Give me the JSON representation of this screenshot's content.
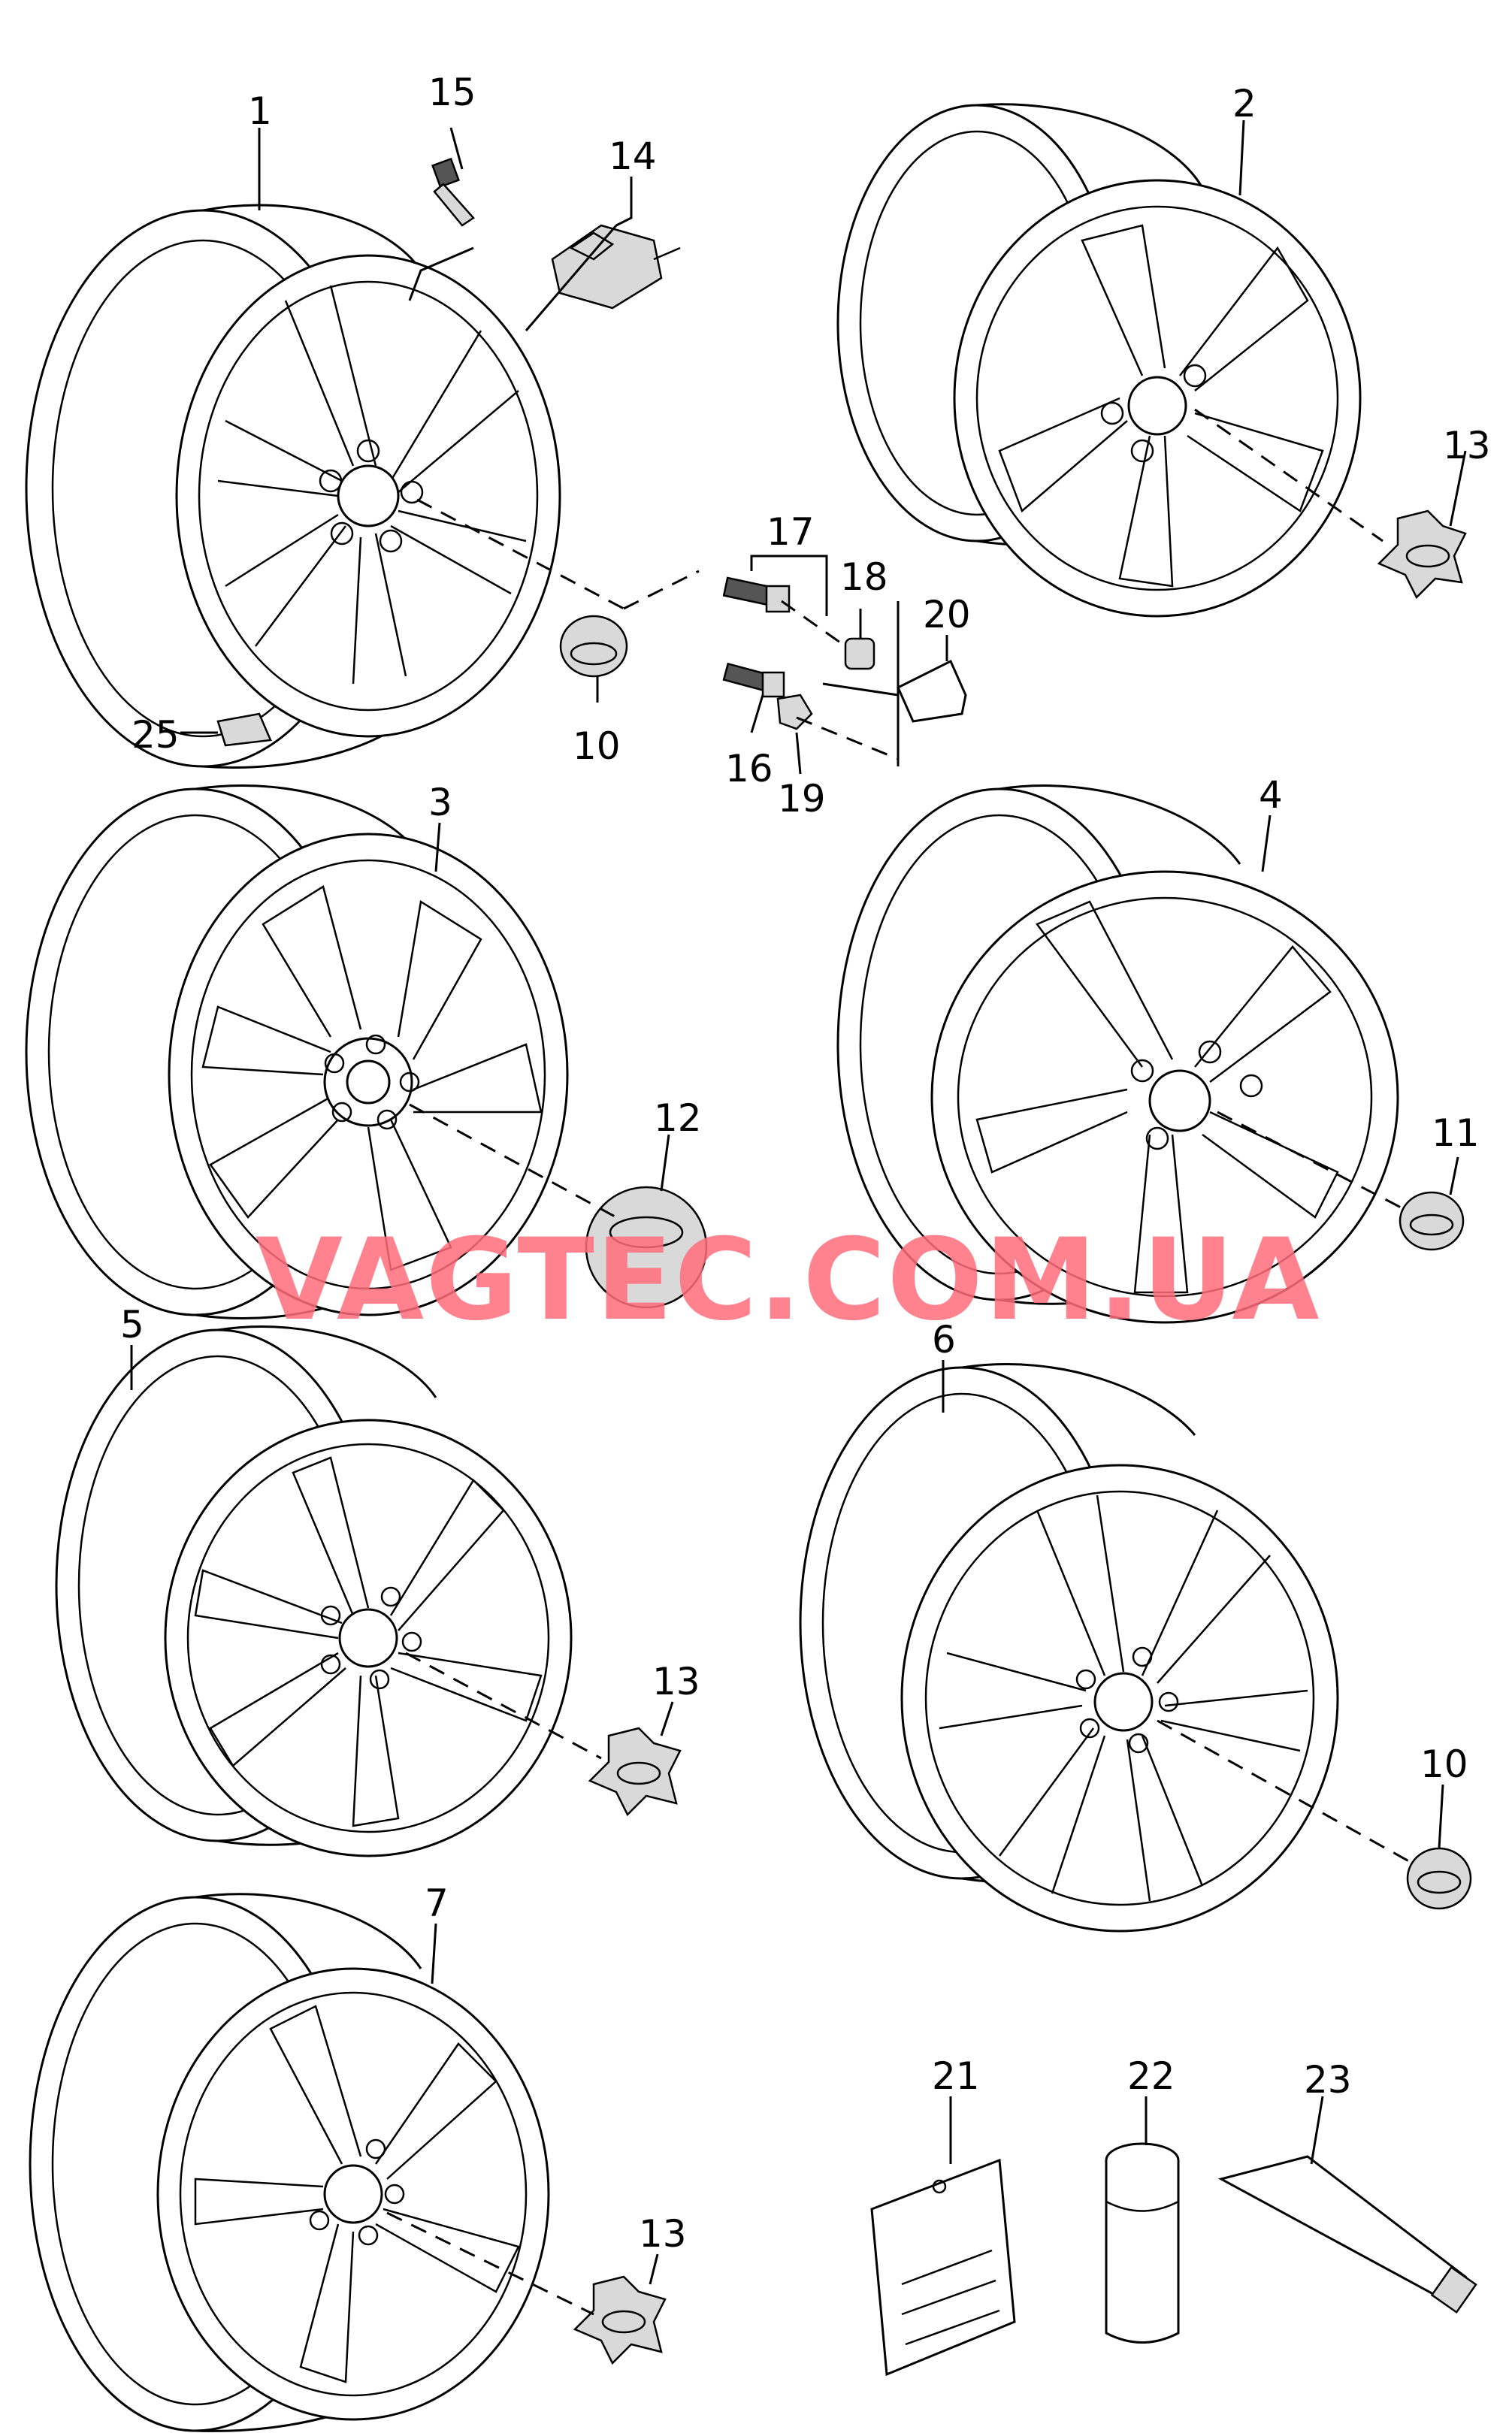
{
  "callouts": {
    "c1": "1",
    "c2": "2",
    "c3": "3",
    "c4": "4",
    "c5": "5",
    "c6": "6",
    "c7": "7",
    "c10a": "10",
    "c10b": "10",
    "c11": "11",
    "c12": "12",
    "c13a": "13",
    "c13b": "13",
    "c13c": "13",
    "c14": "14",
    "c15": "15",
    "c16": "16",
    "c17": "17",
    "c18": "18",
    "c19": "19",
    "c20": "20",
    "c21": "21",
    "c22": "22",
    "c23": "23",
    "c25": "25"
  },
  "watermark": "VAGTEC.COM.UA",
  "colors": {
    "line": "#000000",
    "background": "#ffffff",
    "watermark": "#ff6c7a"
  }
}
